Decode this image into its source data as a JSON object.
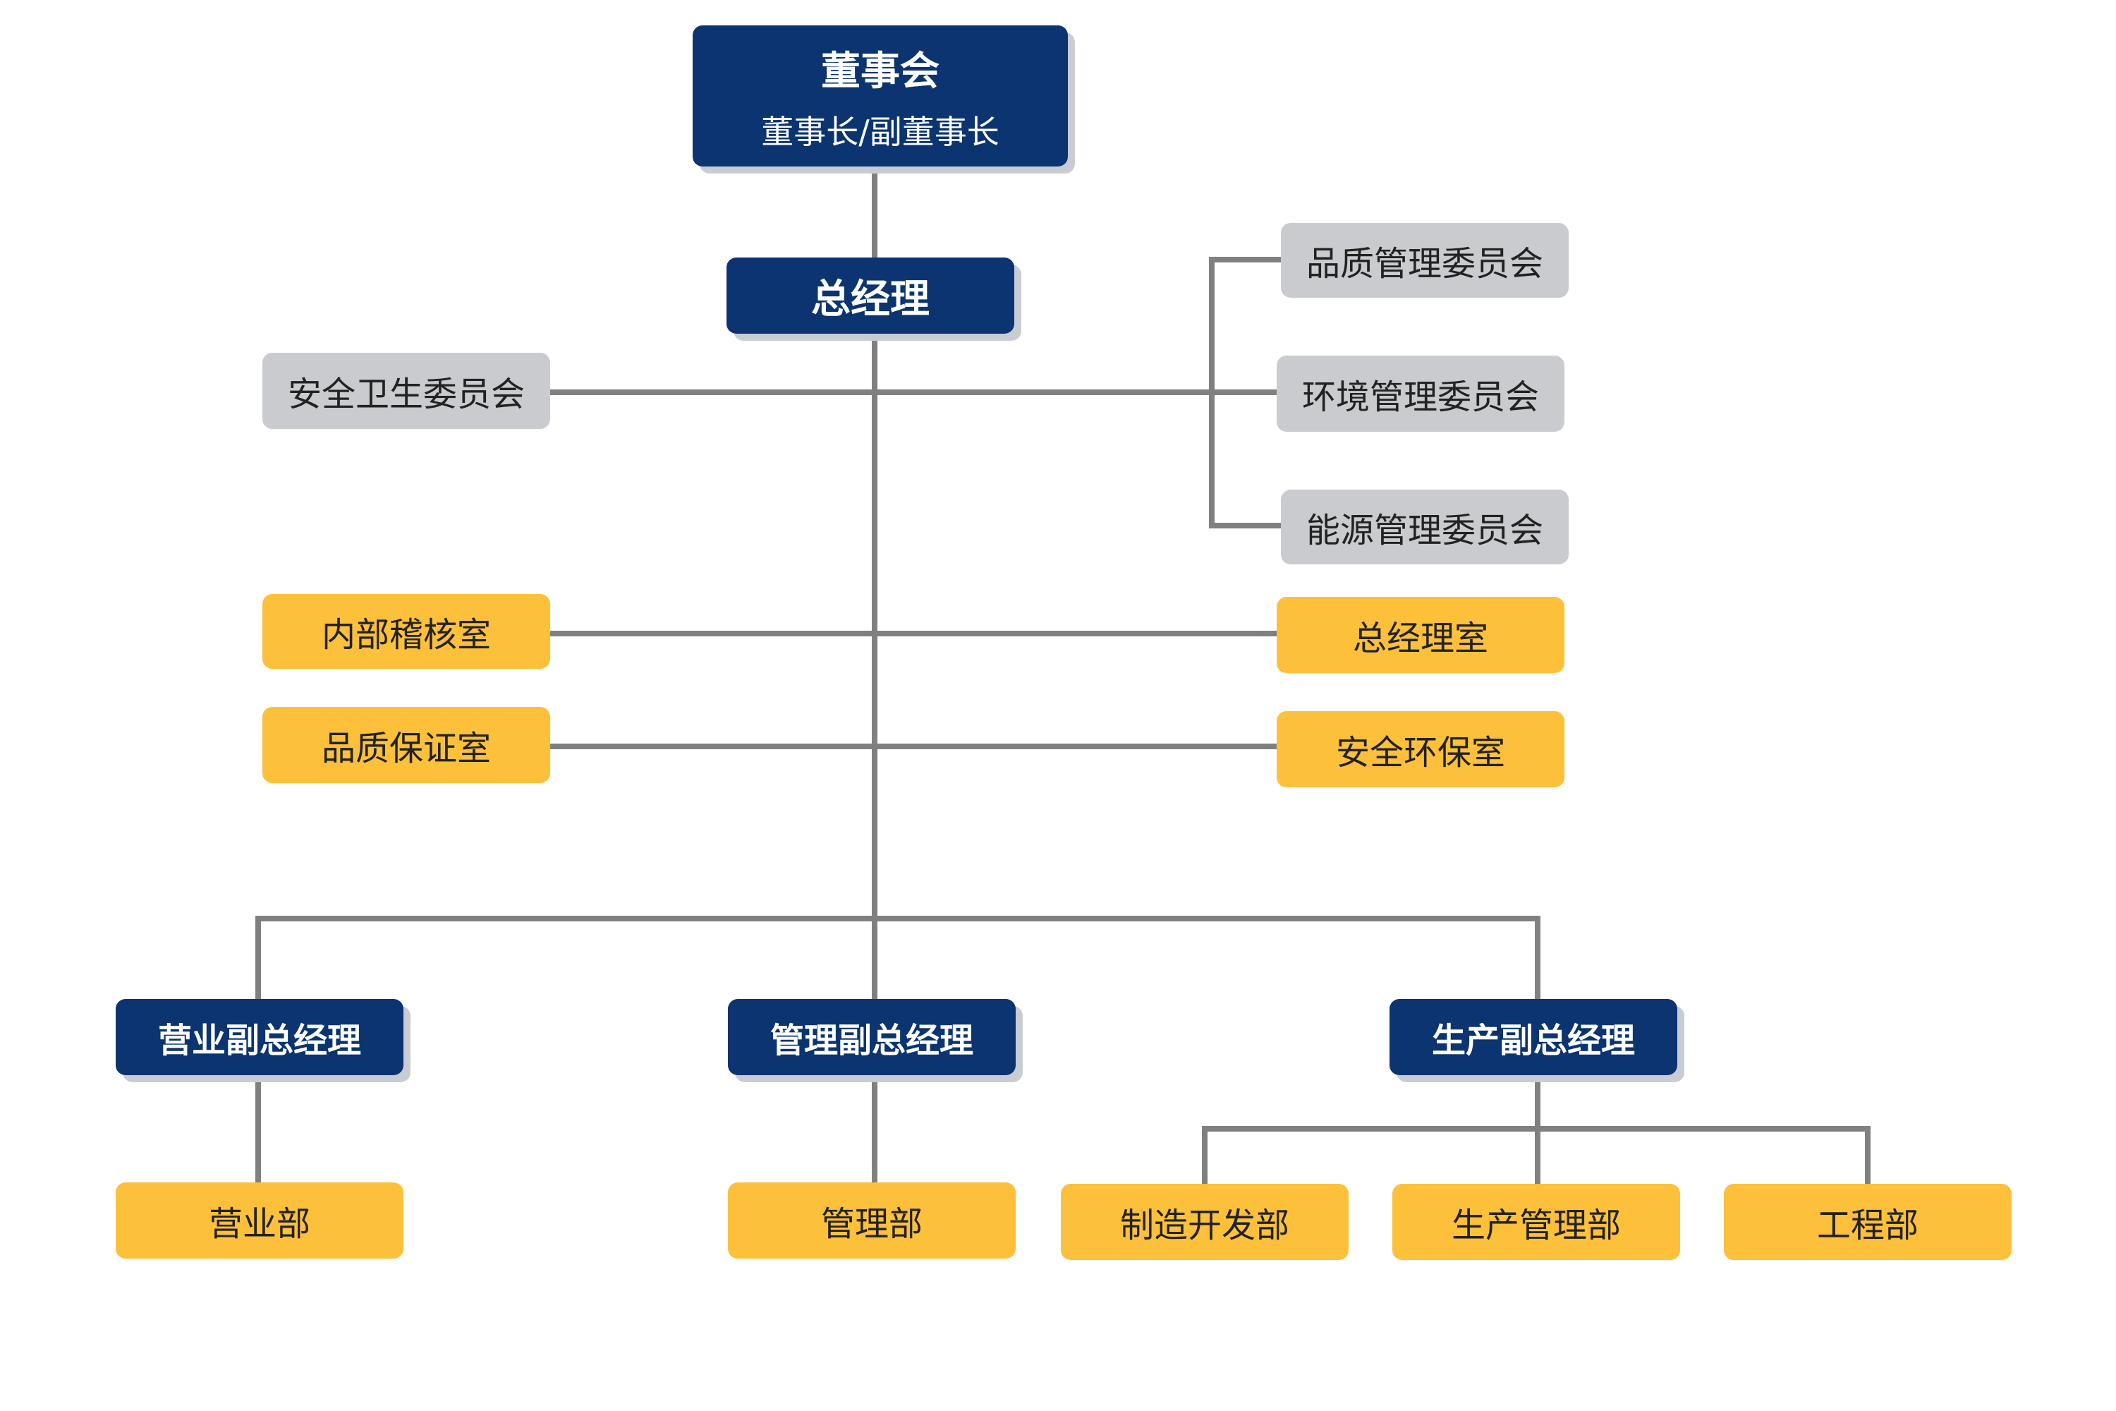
{
  "colors": {
    "navy": "#0b3470",
    "gray": "#c9cbcf",
    "yellow": "#fcc03a",
    "line": "#808080"
  },
  "org": {
    "board": {
      "title": "董事会",
      "subtitle": "董事长/副董事长"
    },
    "ceo": "总经理",
    "committees": {
      "safety_health": "安全卫生委员会",
      "quality_mgmt": "品质管理委员会",
      "environment_mgmt": "环境管理委员会",
      "energy_mgmt": "能源管理委员会"
    },
    "offices": {
      "internal_audit": "内部稽核室",
      "quality_assurance": "品质保证室",
      "gm_office": "总经理室",
      "safety_env": "安全环保室"
    },
    "vps": {
      "sales": "营业副总经理",
      "admin": "管理副总经理",
      "production": "生产副总经理"
    },
    "departments": {
      "sales": "营业部",
      "admin": "管理部",
      "manufacturing_dev": "制造开发部",
      "production_mgmt": "生产管理部",
      "engineering": "工程部"
    }
  }
}
